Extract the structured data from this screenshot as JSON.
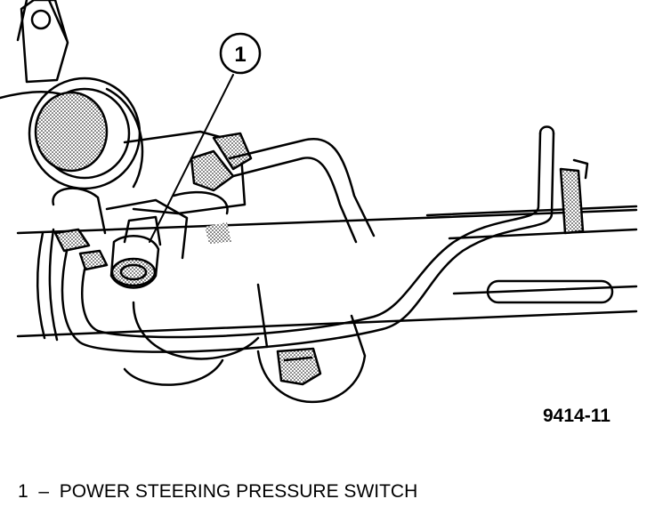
{
  "diagram": {
    "callout_number": "1",
    "figure_code": "9414-11",
    "legend": [
      {
        "number": "1",
        "separator": "–",
        "label": "POWER STEERING PRESSURE SWITCH"
      }
    ]
  }
}
